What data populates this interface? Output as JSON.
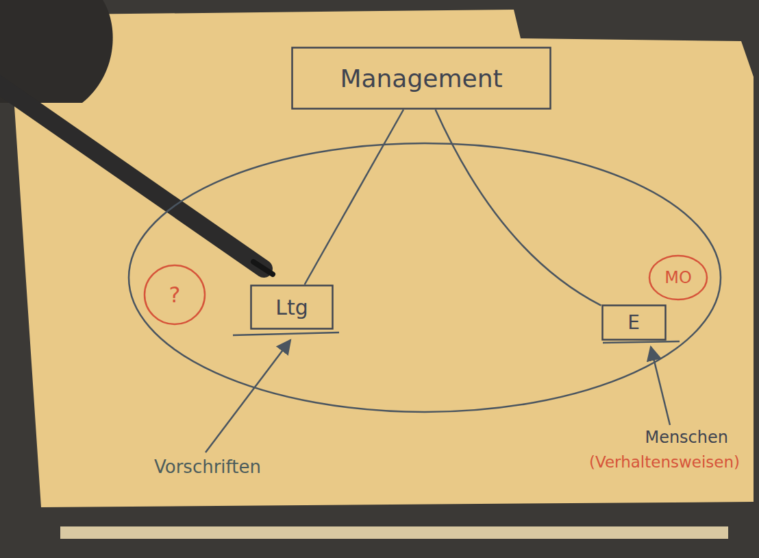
{
  "diagram": {
    "nodes": [
      {
        "text": [
          "Management"
        ]
      },
      {
        "text": [
          "?"
        ]
      },
      {
        "text": [
          "Ltg"
        ]
      },
      {
        "text": [
          "E"
        ]
      },
      {
        "text": [
          "MO"
        ]
      }
    ],
    "edges": [
      {
        "from": 0,
        "to": 2,
        "arrow": "none"
      },
      {
        "from": 0,
        "to": 3,
        "arrow": "none"
      }
    ],
    "labels": [
      "Vorschriften",
      "Menschen",
      "(Verhaltensweisen)"
    ]
  }
}
